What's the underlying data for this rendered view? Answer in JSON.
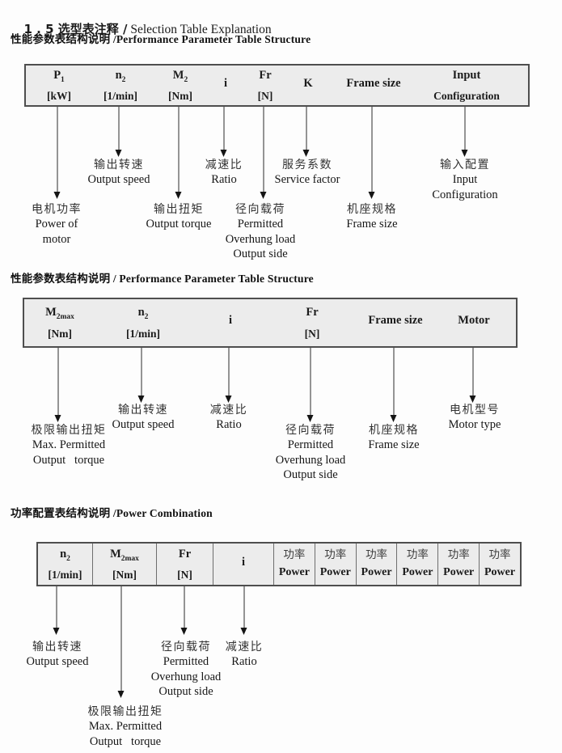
{
  "title": {
    "cn": "1 . 5 选型表注释 /",
    "en": " Selection Table Explanation"
  },
  "colors": {
    "table_bg": "#ececec",
    "table_border": "#4e4e4e",
    "text": "#1b1b1b"
  },
  "s1": {
    "heading": "性能参数表结构说明 /Performance Parameter Table Structure",
    "table": [
      {
        "t": "P",
        "sub": "1",
        "u": "[kW]"
      },
      {
        "t": "n",
        "sub": "2",
        "u": "[1/min]"
      },
      {
        "t": "M",
        "sub": "2",
        "u": "[Nm]"
      },
      {
        "t": "i",
        "sub": "",
        "u": ""
      },
      {
        "t": "Fr",
        "sub": "",
        "u": "[N]"
      },
      {
        "t": "K",
        "sub": "",
        "u": ""
      },
      {
        "t": "Frame size",
        "sub": "",
        "u": ""
      },
      {
        "t": "Input",
        "sub": "",
        "u": "Configuration"
      }
    ],
    "labels": [
      {
        "cn": "输出转速",
        "l1": "Output speed",
        "l2": "",
        "l3": ""
      },
      {
        "cn": "减速比",
        "l1": "Ratio",
        "l2": "",
        "l3": ""
      },
      {
        "cn": "服务系数",
        "l1": "Service factor",
        "l2": "",
        "l3": ""
      },
      {
        "cn": "输入配置",
        "l1": "Input",
        "l2": "Configuration",
        "l3": ""
      },
      {
        "cn": "电机功率",
        "l1": "Power of",
        "l2": "motor",
        "l3": ""
      },
      {
        "cn": "输出扭矩",
        "l1": "Output torque",
        "l2": "",
        "l3": ""
      },
      {
        "cn": "径向载荷",
        "l1": "Permitted",
        "l2": "Overhung load",
        "l3": "Output side"
      },
      {
        "cn": "机座规格",
        "l1": "Frame size",
        "l2": "",
        "l3": ""
      }
    ]
  },
  "s2": {
    "heading": "性能参数表结构说明 / Performance Parameter Table Structure",
    "table": [
      {
        "t": "M",
        "sub": "2max",
        "u": "[Nm]"
      },
      {
        "t": "n",
        "sub": "2",
        "u": "[1/min]"
      },
      {
        "t": "i",
        "sub": "",
        "u": ""
      },
      {
        "t": "Fr",
        "sub": "",
        "u": "[N]"
      },
      {
        "t": "Frame size",
        "sub": "",
        "u": ""
      },
      {
        "t": "Motor",
        "sub": "",
        "u": ""
      }
    ],
    "labels": [
      {
        "cn": "输出转速",
        "l1": "Output speed",
        "l2": "",
        "l3": ""
      },
      {
        "cn": "减速比",
        "l1": "Ratio",
        "l2": "",
        "l3": ""
      },
      {
        "cn": "电机型号",
        "l1": "Motor type",
        "l2": "",
        "l3": ""
      },
      {
        "cn": "极限输出扭矩",
        "l1": "Max. Permitted",
        "l2": "Output   torque",
        "l3": ""
      },
      {
        "cn": "径向载荷",
        "l1": "Permitted",
        "l2": "Overhung load",
        "l3": "Output side"
      },
      {
        "cn": "机座规格",
        "l1": "Frame size",
        "l2": "",
        "l3": ""
      }
    ]
  },
  "s3": {
    "heading": "功率配置表结构说明 /Power Combination",
    "table": [
      {
        "t": "n",
        "sub": "2",
        "u": "[1/min]"
      },
      {
        "t": "M",
        "sub": "2max",
        "u": "[Nm]"
      },
      {
        "t": "Fr",
        "sub": "",
        "u": "[N]"
      },
      {
        "t": "i",
        "sub": "",
        "u": ""
      }
    ],
    "power": {
      "cn": "功率",
      "en": "Power"
    },
    "labels": [
      {
        "cn": "输出转速",
        "l1": "Output speed",
        "l2": "",
        "l3": ""
      },
      {
        "cn": "径向载荷",
        "l1": "Permitted",
        "l2": "Overhung load",
        "l3": "Output side"
      },
      {
        "cn": "减速比",
        "l1": "Ratio",
        "l2": "",
        "l3": ""
      },
      {
        "cn": "极限输出扭矩",
        "l1": "Max. Permitted",
        "l2": "Output   torque",
        "l3": ""
      }
    ]
  }
}
